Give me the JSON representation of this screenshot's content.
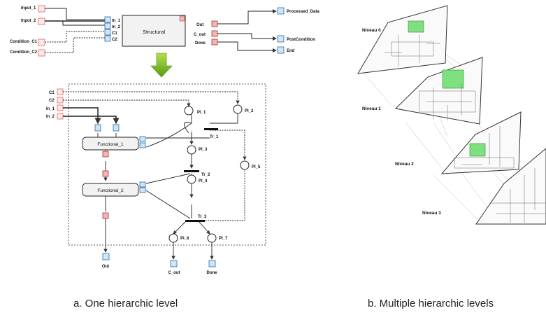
{
  "left": {
    "inputs": [
      "Input_1",
      "Input_2",
      "Condition_C1",
      "Condition_C2"
    ],
    "block_title": "Structural",
    "block_in_ports": [
      "In_1",
      "In_2",
      "C1",
      "C2"
    ],
    "block_out_ports": [
      "Out",
      "C_out",
      "Done"
    ],
    "outputs": [
      "Processed_Data",
      "PostCondition",
      "End"
    ],
    "sub_inputs": [
      "C1",
      "C2",
      "In_1",
      "In_2"
    ],
    "functional_1": "Functional_1",
    "functional_2": "Functional_2",
    "places": [
      "Pl_1",
      "Pl_2",
      "Pl_3",
      "Pl_4",
      "Pl_5",
      "Pl_6",
      "Pl_7"
    ],
    "transitions": [
      "Tr_1",
      "Tr_2",
      "Tr_3"
    ],
    "sub_outputs": [
      "Out",
      "C_out",
      "Done"
    ],
    "caption": "a. One hierarchic level"
  },
  "right": {
    "levels": [
      "Niveau 0",
      "Niveau 1",
      "Niveau 2",
      "Niveau 3"
    ],
    "caption": "b.  Multiple hierarchic levels"
  }
}
